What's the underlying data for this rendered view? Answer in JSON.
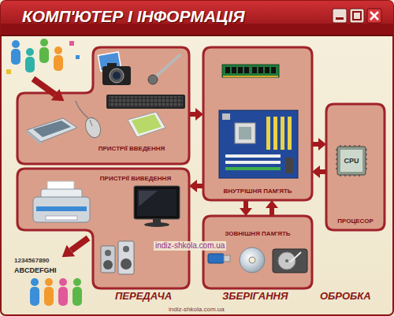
{
  "diagram": {
    "title": "КОМП'ЮТЕР І ІНФОРМАЦІЯ",
    "nodes": [
      {
        "text": [
          "ПРИСТРІЇ ВВЕДЕННЯ"
        ]
      },
      {
        "text": [
          "ВНУТРІШНЯ ПАМ'ЯТЬ"
        ]
      },
      {
        "text": [
          "ПРОЦЕСОР"
        ]
      },
      {
        "text": [
          "ПРИСТРІЇ ВИВЕДЕННЯ"
        ]
      },
      {
        "text": [
          "ЗОВНІШНЯ ПАМ'ЯТЬ"
        ]
      }
    ],
    "edges": [
      {
        "from": 0,
        "to": 1,
        "arrow": "to"
      },
      {
        "from": 1,
        "to": 2,
        "arrow": "to"
      },
      {
        "from": 2,
        "to": 1,
        "arrow": "to"
      },
      {
        "from": 1,
        "to": 3,
        "arrow": "to"
      },
      {
        "from": 1,
        "to": 4,
        "arrow": "to"
      },
      {
        "from": 4,
        "to": 1,
        "arrow": "to"
      }
    ],
    "labels": [
      "CPU",
      "indiz-shkola.com.ua",
      "1234567890",
      "ABCDEFGHI",
      "ПЕРЕДАЧА",
      "ЗБЕРІГАННЯ",
      "ОБРОБКА",
      "indiz-shkola.com.ua"
    ]
  }
}
